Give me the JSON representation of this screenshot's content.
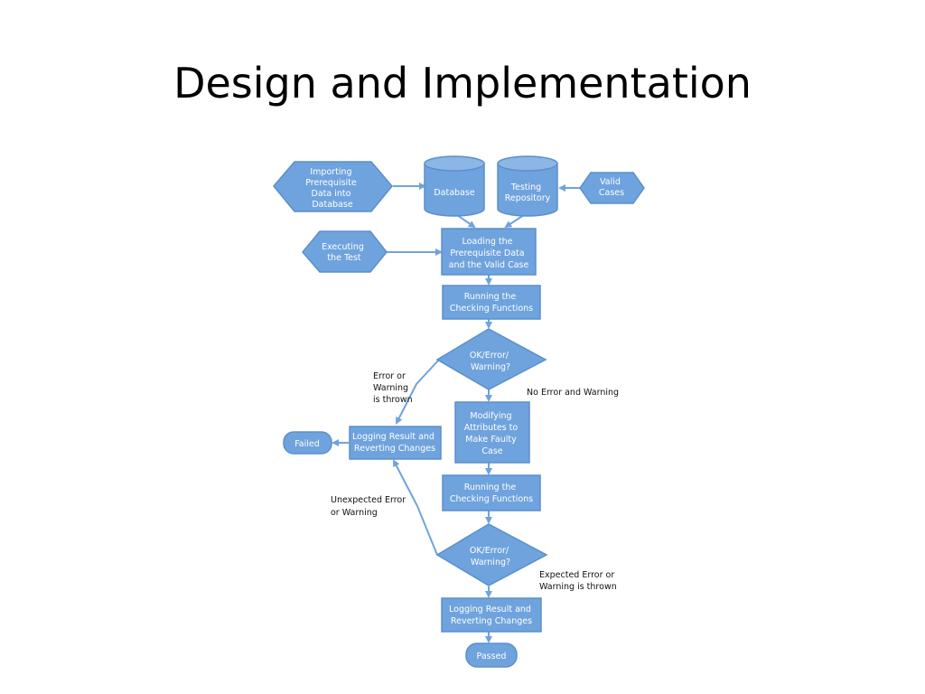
{
  "slide": {
    "title": "Design and Implementation"
  },
  "colors": {
    "node_fill": "#6fa3dd",
    "node_stroke": "#5b8fcc",
    "arrow": "#6fa3dd",
    "node_text": "#ffffff",
    "label_text": "#111111"
  },
  "flowchart": {
    "nodes": {
      "import_data": [
        "Importing",
        "Prerequisite",
        "Data into",
        "Database"
      ],
      "database": [
        "Database"
      ],
      "testing_repo": [
        "Testing",
        "Repository"
      ],
      "valid_cases": [
        "Valid",
        "Cases"
      ],
      "executing_test": [
        "Executing",
        "the Test"
      ],
      "loading": [
        "Loading the",
        "Prerequisite Data",
        "and the Valid Case"
      ],
      "running_1": [
        "Running the",
        "Checking Functions"
      ],
      "decision_1": [
        "OK/Error/",
        "Warning?"
      ],
      "modifying": [
        "Modifying",
        "Attributes to",
        "Make Faulty",
        "Case"
      ],
      "logging_failed": [
        "Logging Result and",
        "Reverting Changes"
      ],
      "failed": [
        "Failed"
      ],
      "running_2": [
        "Running the",
        "Checking Functions"
      ],
      "decision_2": [
        "OK/Error/",
        "Warning?"
      ],
      "logging_passed": [
        "Logging Result and",
        "Reverting Changes"
      ],
      "passed": [
        "Passed"
      ]
    },
    "edge_labels": {
      "error_thrown": [
        "Error or",
        "Warning",
        "is thrown"
      ],
      "no_error": [
        "No Error and Warning"
      ],
      "unexpected": [
        "Unexpected Error",
        "or Warning"
      ],
      "expected": [
        "Expected Error or",
        "Warning is thrown"
      ]
    }
  }
}
